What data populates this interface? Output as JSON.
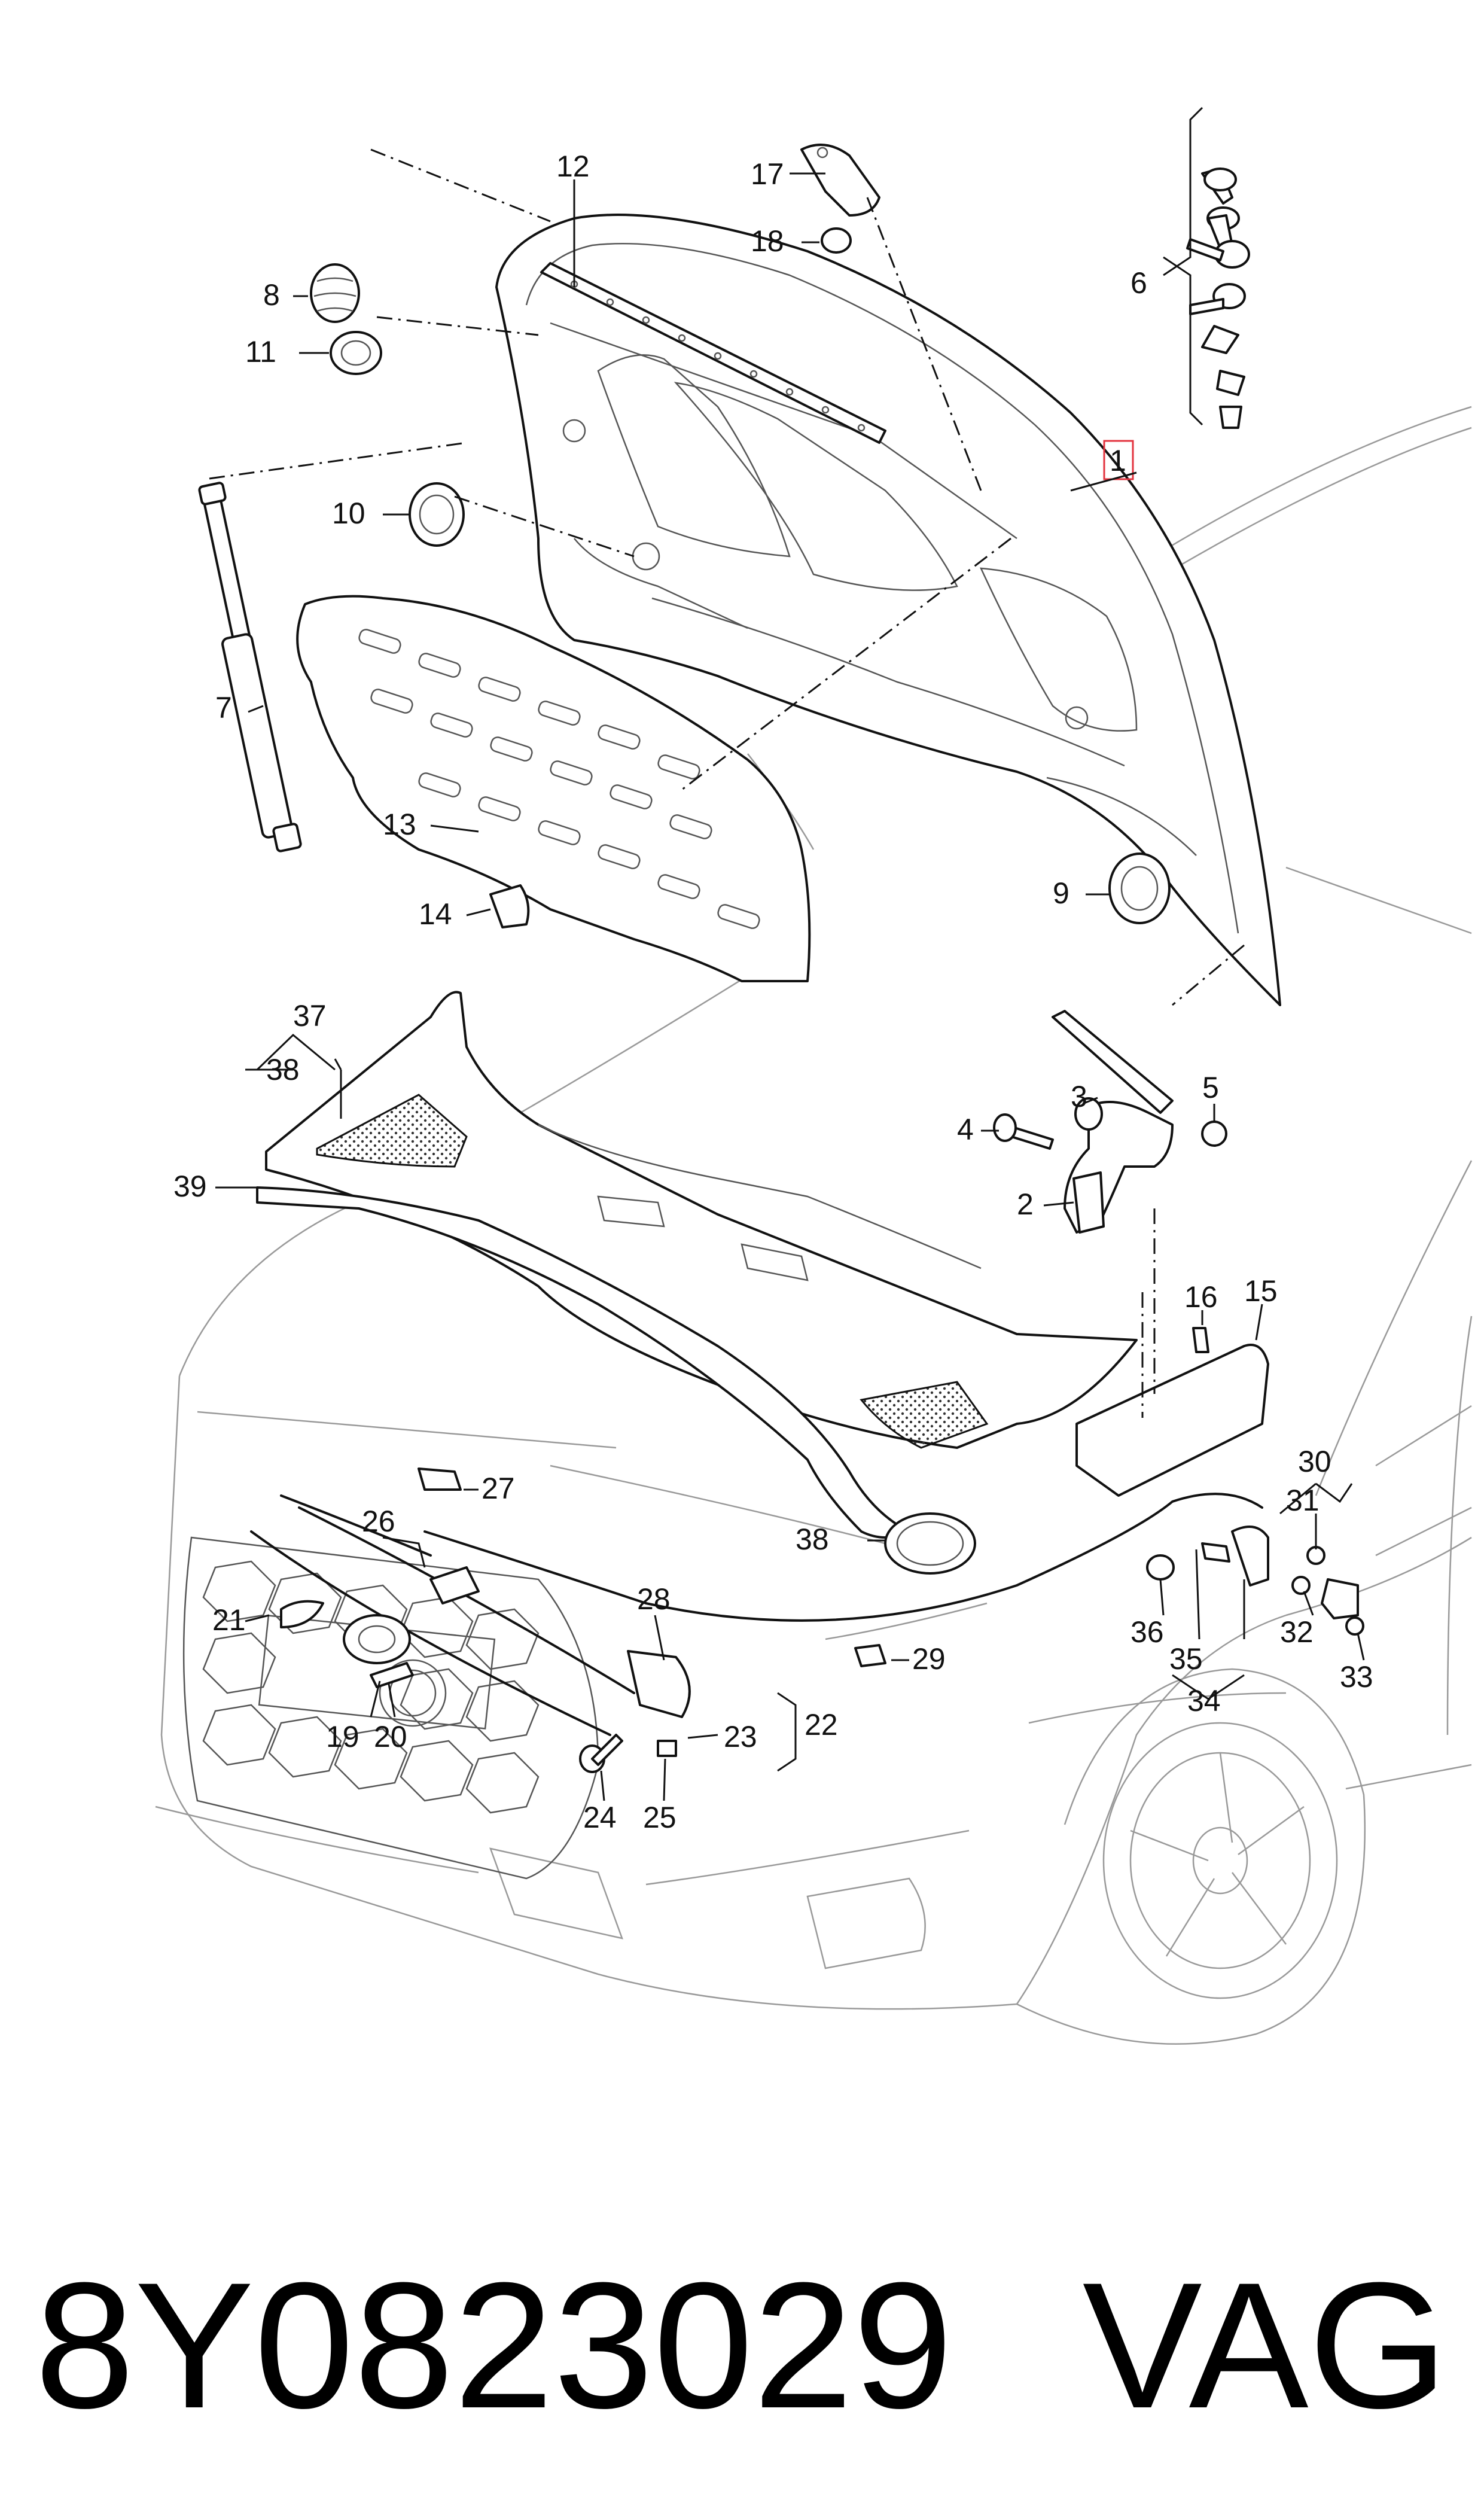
{
  "callouts": {
    "c1": "1",
    "c2": "2",
    "c3": "3",
    "c4": "4",
    "c5": "5",
    "c6": "6",
    "c7": "7",
    "c8": "8",
    "c9": "9",
    "c10": "10",
    "c11": "11",
    "c12": "12",
    "c13": "13",
    "c14": "14",
    "c15": "15",
    "c16": "16",
    "c17": "17",
    "c18": "18",
    "c19": "19",
    "c20": "20",
    "c21": "21",
    "c22": "22",
    "c23": "23",
    "c24": "24",
    "c25": "25",
    "c26": "26",
    "c27": "27",
    "c28": "28",
    "c29": "29",
    "c30": "30",
    "c31": "31",
    "c32": "32",
    "c33": "33",
    "c34": "34",
    "c35": "35",
    "c36": "36",
    "c37": "37",
    "c38a": "38",
    "c38b": "38",
    "c39": "39"
  },
  "footer": {
    "part_number": "8Y0823029",
    "brand": "VAG"
  },
  "colors": {
    "highlight": "#e3343f",
    "line": "#111111"
  }
}
